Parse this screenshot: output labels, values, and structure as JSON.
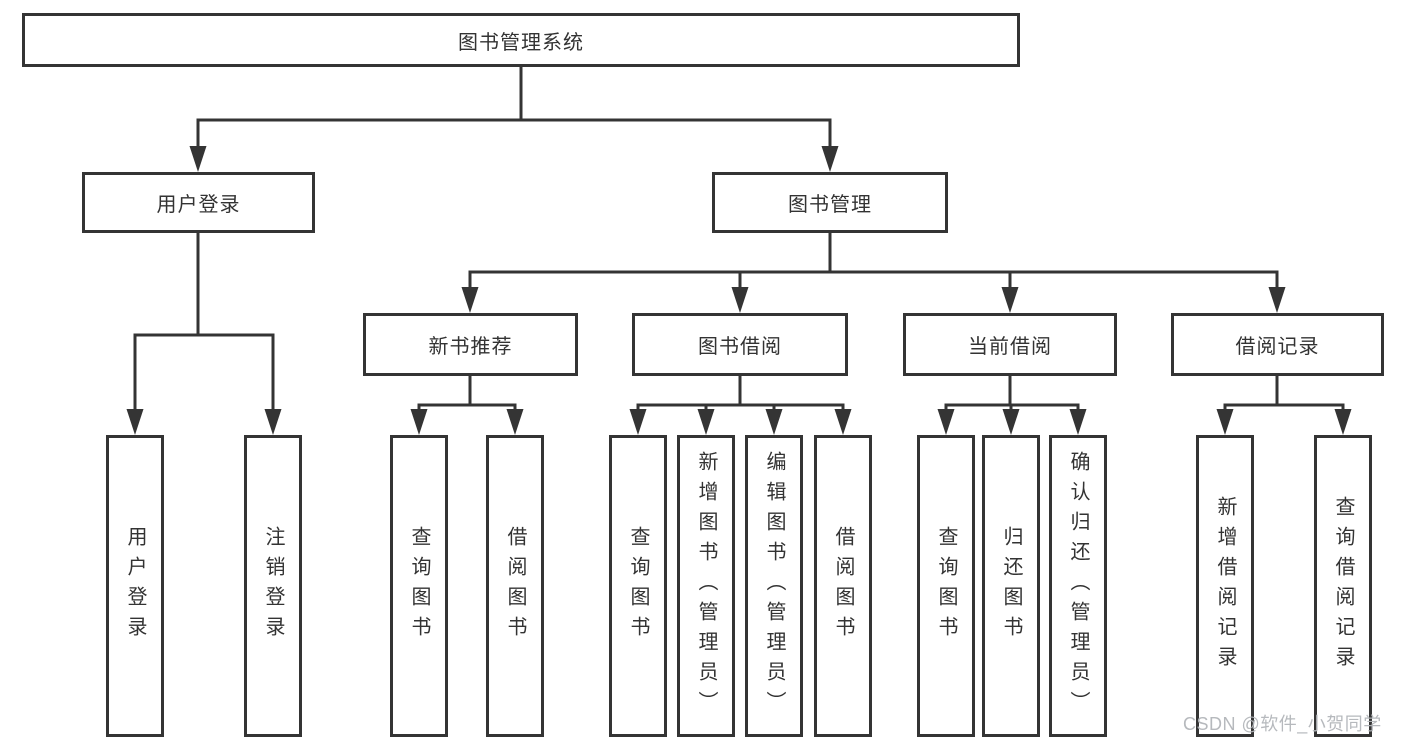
{
  "colors": {
    "line": "#343434",
    "box_border": "#343434",
    "box_fill": "#ffffff",
    "text": "#333333",
    "watermark": "#b3b6ba",
    "background": "#ffffff"
  },
  "watermark": {
    "text": "CSDN @软件_小贺同学"
  },
  "tree": {
    "root": {
      "label": "图书管理系统"
    },
    "branches": [
      {
        "label": "用户登录",
        "children": [
          {
            "label": "用户登录"
          },
          {
            "label": "注销登录"
          }
        ]
      },
      {
        "label": "图书管理",
        "children": [
          {
            "label": "新书推荐",
            "children": [
              {
                "label": "查询图书"
              },
              {
                "label": "借阅图书"
              }
            ]
          },
          {
            "label": "图书借阅",
            "children": [
              {
                "label": "查询图书"
              },
              {
                "label": "新增图书（管理员）"
              },
              {
                "label": "编辑图书（管理员）"
              },
              {
                "label": "借阅图书"
              }
            ]
          },
          {
            "label": "当前借阅",
            "children": [
              {
                "label": "查询图书"
              },
              {
                "label": "归还图书"
              },
              {
                "label": "确认归还（管理员）"
              }
            ]
          },
          {
            "label": "借阅记录",
            "children": [
              {
                "label": "新增借阅记录"
              },
              {
                "label": "查询借阅记录"
              }
            ]
          }
        ]
      }
    ]
  }
}
